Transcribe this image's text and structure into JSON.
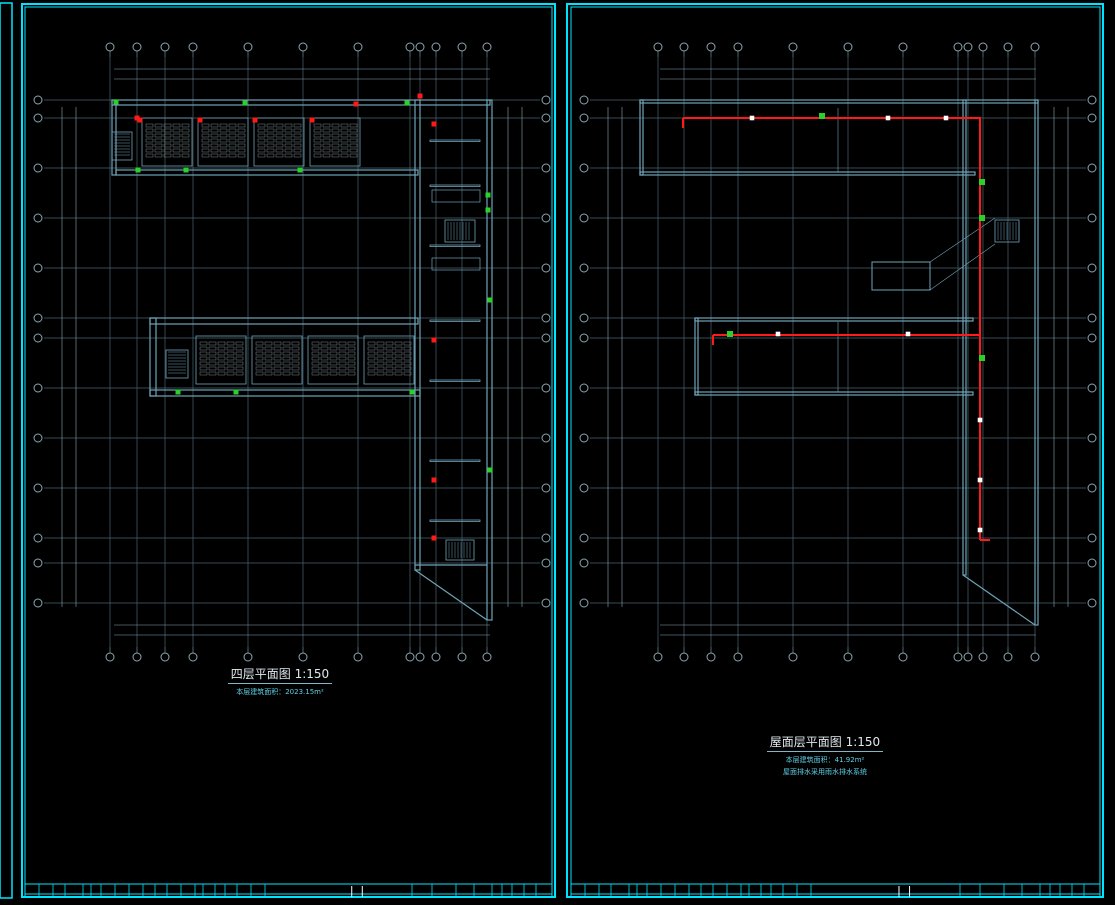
{
  "sheets": [
    {
      "title": "四层平面图 1:150",
      "subtitles": [
        "本层建筑面积：2023.15m²"
      ]
    },
    {
      "title": "屋面层平面图 1:150",
      "subtitles": [
        "本层建筑面积：41.92m²",
        "屋面排水采用雨水排水系统"
      ]
    }
  ],
  "colors": {
    "background": "#000000",
    "frame": "#00e5ff",
    "wall": "#6fa3b8",
    "grid": "#4a6470",
    "dimension": "#8aa7b3",
    "drain_pipe": "#ff1a1a",
    "fixture": "#2bd12b"
  }
}
